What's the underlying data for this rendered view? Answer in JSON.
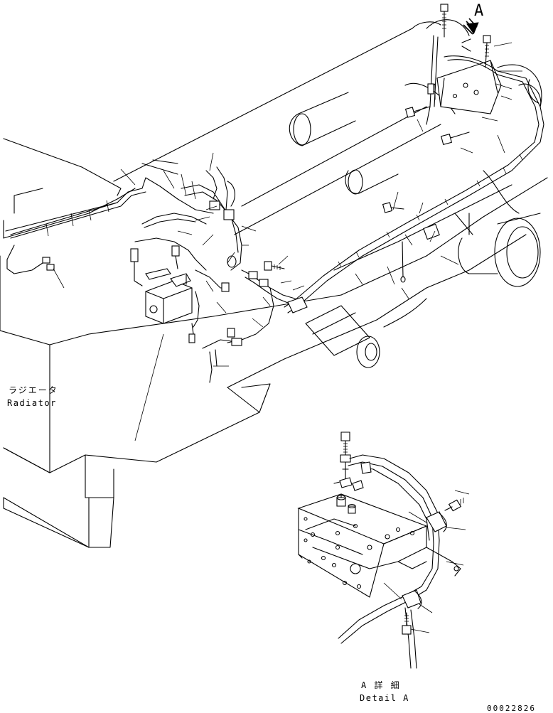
{
  "view_marker": "A",
  "radiator_label_jp": "ラジエータ",
  "radiator_label_en": "Radiator",
  "detail_label_jp": "A 詳 細",
  "detail_label_en": "Detail A",
  "drawing_number": "00022826"
}
